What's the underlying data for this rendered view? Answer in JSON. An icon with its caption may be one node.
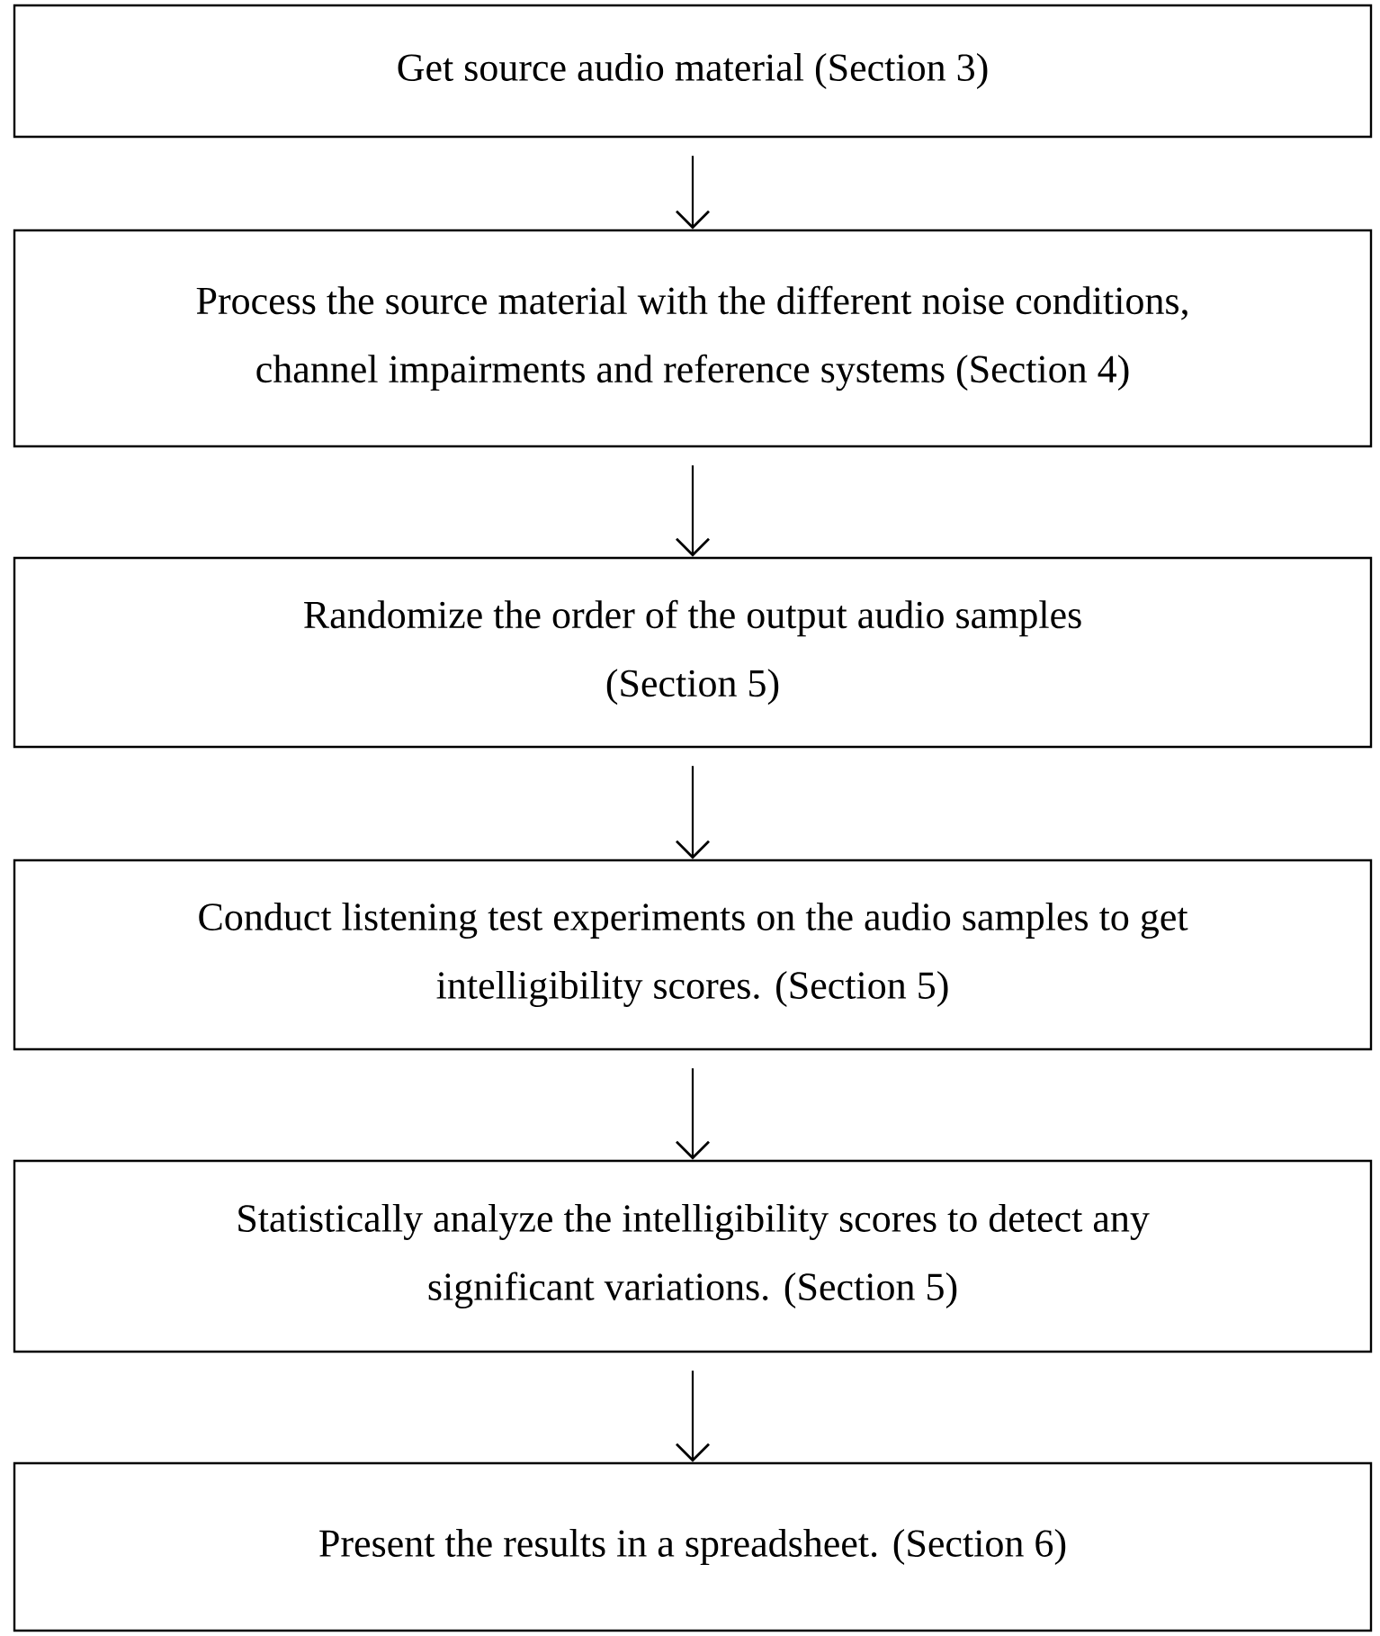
{
  "diagram": {
    "nodes": [
      {
        "text": [
          "Get source audio material (Section 3)"
        ]
      },
      {
        "text": [
          "Process the source material with the different noise conditions, channel impairments and reference systems (Section 4)"
        ]
      },
      {
        "text": [
          "Randomize the order of the output audio samples (Section 5)"
        ]
      },
      {
        "text": [
          "Conduct listening test experiments on the audio samples to get intelligibility scores. (Section 5)"
        ]
      },
      {
        "text": [
          "Statistically analyze the intelligibility scores to detect any significant variations. (Section 5)"
        ]
      },
      {
        "text": [
          "Present the results in a spreadsheet. (Section 6)"
        ]
      }
    ],
    "edges": [
      {
        "from": 0,
        "to": 1,
        "arrow": "to"
      },
      {
        "from": 1,
        "to": 2,
        "arrow": "to"
      },
      {
        "from": 2,
        "to": 3,
        "arrow": "to"
      },
      {
        "from": 3,
        "to": 4,
        "arrow": "to"
      },
      {
        "from": 4,
        "to": 5,
        "arrow": "to"
      }
    ]
  }
}
